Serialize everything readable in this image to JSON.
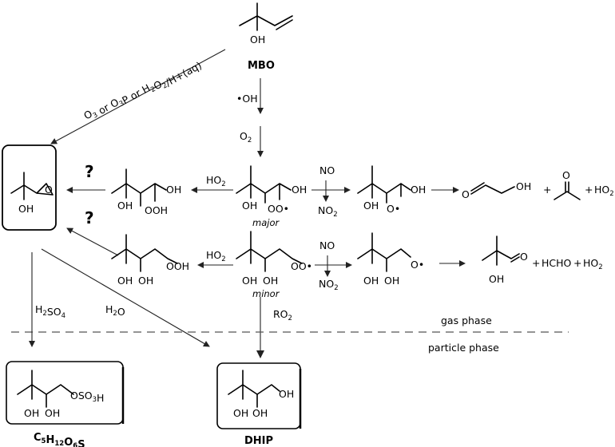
{
  "labels": {
    "mbo": "MBO",
    "oh_radical": "•OH",
    "o2": "O2",
    "oxidants": "O3 or O3P or H2O2/H+(aq)",
    "question": "?",
    "ho2": "HO2",
    "no": "NO",
    "no2": "NO2",
    "major": "major",
    "minor": "minor",
    "ro2": "RO2",
    "h2so4": "H2SO4",
    "h2o": "H2O",
    "gas_phase": "gas phase",
    "particle_phase": "particle phase",
    "sulfate_formula": "C5H12O6S",
    "dhip": "DHIP",
    "plus": "+",
    "hcho": "HCHO"
  },
  "atoms": {
    "oh": "OH",
    "ooh": "OOH",
    "oo_rad": "OO•",
    "o_rad": "O•",
    "o": "O",
    "oso3h": "OSO3H"
  }
}
